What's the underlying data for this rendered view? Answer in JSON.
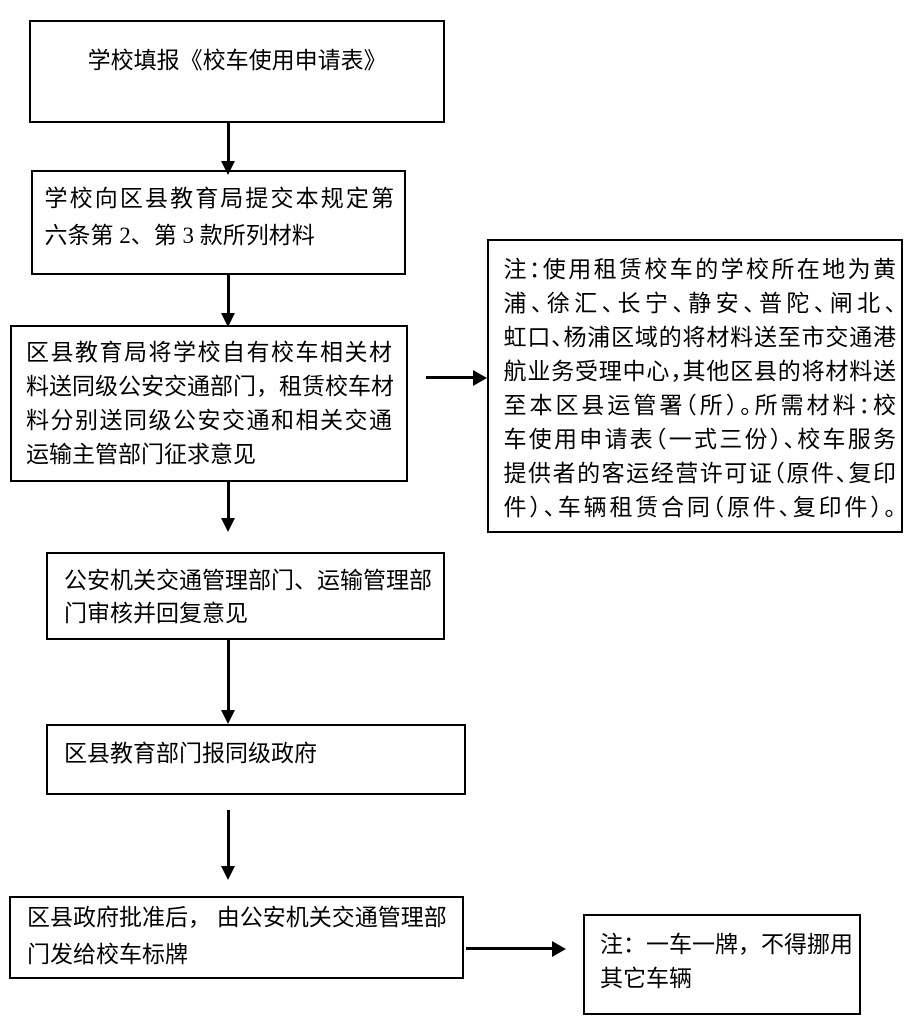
{
  "colors": {
    "background": "#ffffff",
    "line": "#000000",
    "text": "#000000"
  },
  "steps": [
    {
      "id": "step-1",
      "lines": [
        "学校填报《校车使用申请表》"
      ]
    },
    {
      "id": "step-2",
      "lines": [
        "学校向区县教育局提交本规定第",
        "六条第 2、第 3 款所列材料"
      ]
    },
    {
      "id": "step-3",
      "lines": [
        "区县教育局将学校自有校车相关材",
        "料送同级公安交通部门，租赁校车材",
        "料分别送同级公安交通和相关交通",
        "运输主管部门征求意见"
      ]
    },
    {
      "id": "step-4",
      "lines": [
        "公安机关交通管理部门、运输管理部",
        "门审核并回复意见"
      ]
    },
    {
      "id": "step-5",
      "lines": [
        "区县教育部门报同级政府"
      ]
    },
    {
      "id": "step-6",
      "lines": [
        "区县政府批准后， 由公安机关交通管理部",
        "门发给校车标牌"
      ]
    }
  ],
  "notes": [
    {
      "id": "note-1",
      "lines": [
        "注：使用租赁校车的学校所在地为黄",
        "浦、徐汇、长宁、静安、普陀、闸北、",
        "虹口、杨浦区域的将材料送至市交通港",
        "航业务受理中心，其他区县的将材料送",
        "至本区县运管署（所）。所需材料：校",
        "车使用申请表（一式三份）、校车服务",
        "提供者的客运经营许可证（原件、复印",
        "件）、车辆租赁合同（原件、复印件）。"
      ]
    },
    {
      "id": "note-2",
      "lines": [
        "注：一车一牌，不得挪用",
        "其它车辆"
      ]
    }
  ]
}
